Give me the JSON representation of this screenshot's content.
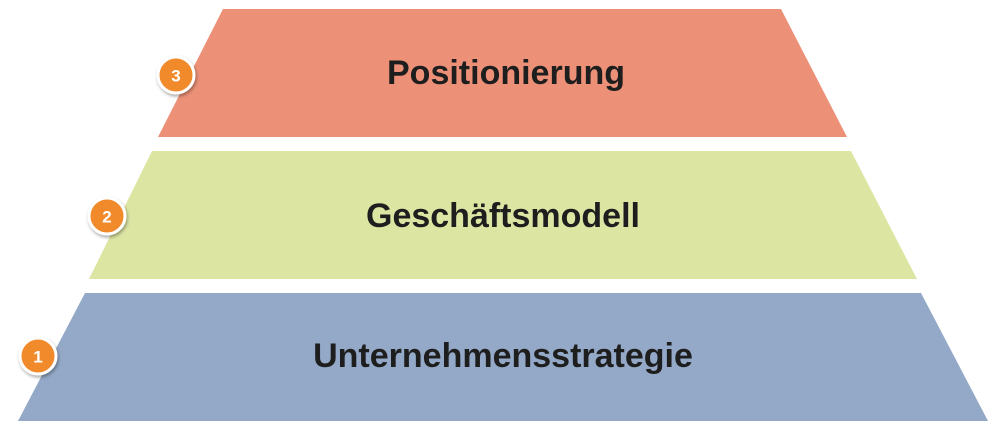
{
  "colors": {
    "badge": "#f08a2c",
    "badge_ring": "#ffffff"
  },
  "tiers": [
    {
      "number": "3",
      "label": "Positionierung",
      "color": "#ec9178"
    },
    {
      "number": "2",
      "label": "Geschäftsmodell",
      "color": "#dde5a3"
    },
    {
      "number": "1",
      "label": "Unternehmensstrategie",
      "color": "#93a9c7"
    }
  ]
}
